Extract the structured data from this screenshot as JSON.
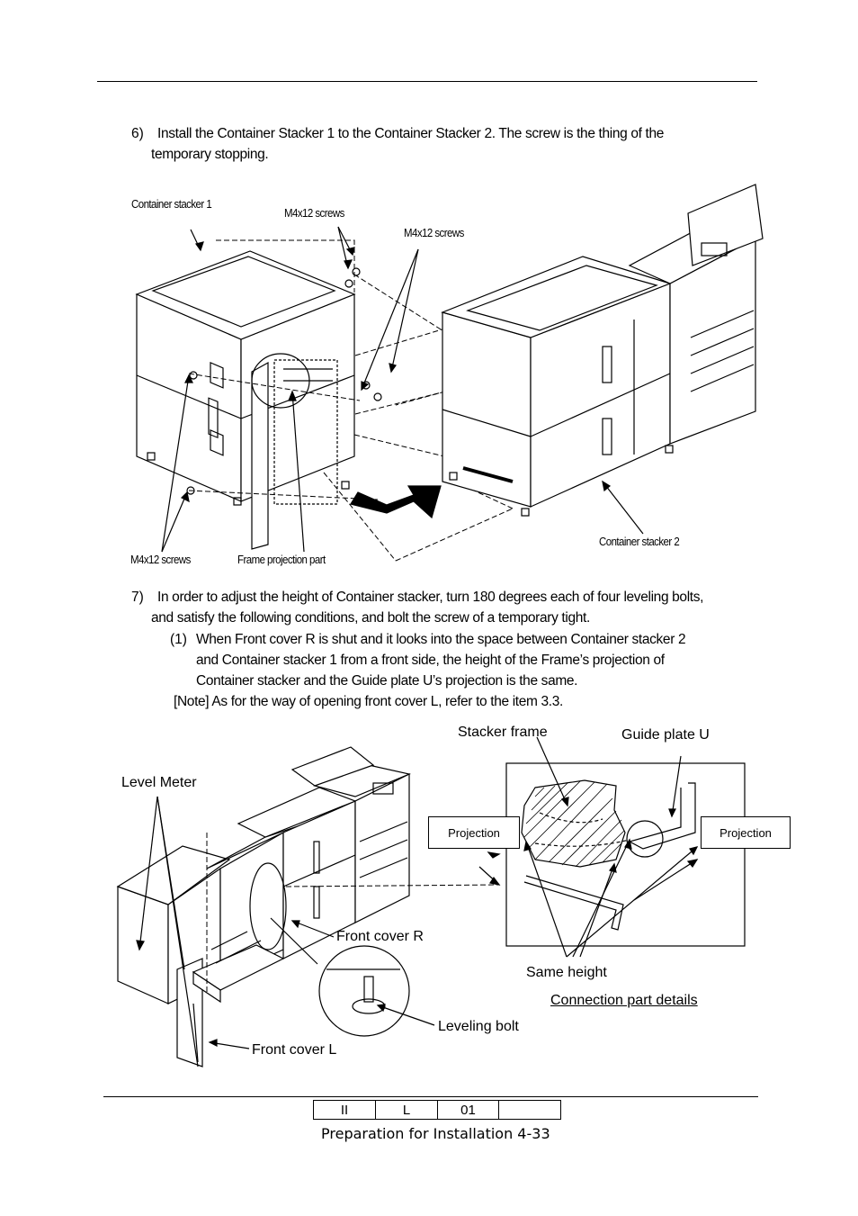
{
  "step6": {
    "num": "6)",
    "line1": "Install the Container Stacker 1 to the Container Stacker 2. The screw is the thing of the",
    "line2": "temporary stopping."
  },
  "fig1": {
    "container_stacker_1": "Container stacker 1",
    "screws_top_a": "M4x12 screws",
    "screws_top_b": "M4x12 screws",
    "screws_bottom": "M4x12 screws",
    "frame_projection": "Frame projection part",
    "container_stacker_2": "Container stacker 2"
  },
  "step7": {
    "num": "7)",
    "line1": "In order to adjust the height of Container stacker, turn 180 degrees each of four leveling bolts,",
    "line2": "and satisfy the following conditions, and bolt the screw of a temporary tight.",
    "sub_num": "(1)",
    "sub_line1": "When Front cover R is shut and it looks into the space between Container stacker 2",
    "sub_line2": "and  Container stacker 1 from a front side, the height of the Frame’s projection of",
    "sub_line3": "Container stacker and the Guide plate U’s projection is the same.",
    "note": "[Note]  As for the way of opening front cover L, refer to the item 3.3."
  },
  "fig2": {
    "level_meter": "Level Meter",
    "stacker_frame": "Stacker frame",
    "guide_plate_u": "Guide plate U",
    "projection_left": "Projection",
    "projection_right": "Projection",
    "front_cover_r": "Front cover R",
    "same_height": "Same height",
    "connection_details": "Connection part details",
    "leveling_bolt": "Leveling bolt",
    "front_cover_l": "Front cover L"
  },
  "footer": {
    "cells": [
      "II",
      "L",
      "01",
      ""
    ],
    "caption": "Preparation for Installation 4-33"
  }
}
